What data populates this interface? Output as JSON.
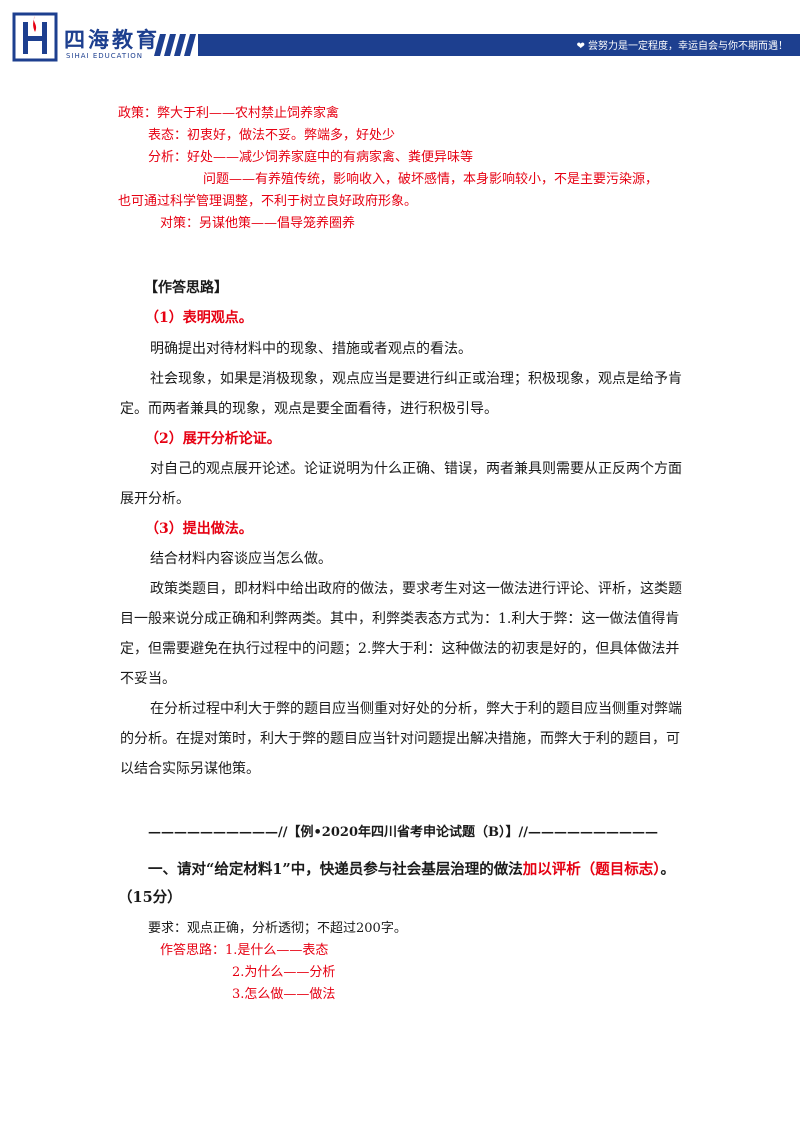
{
  "header": {
    "brand_cn": "四海教育",
    "brand_en": "SIHAI EDUCATION",
    "slogan": "❤ 尝努力是一定程度，幸运自会与你不期而遇！"
  },
  "top_notes": {
    "line1": "政策：弊大于利——农村禁止饲养家禽",
    "line2": "表态：初衷好，做法不妥。弊端多，好处少",
    "line3": "分析：好处——减少饲养家庭中的有病家禽、粪便异味等",
    "line4": "问题——有养殖传统，影响收入，破坏感情，本身影响较小，不是主要污染源，",
    "line5": "也可通过科学管理调整，不利于树立良好政府形象。",
    "line6": "对策：另谋他策——倡导笼养圈养"
  },
  "section": {
    "title": "【作答思路】",
    "step1_title": "（1）表明观点。",
    "step1_p1": "明确提出对待材料中的现象、措施或者观点的看法。",
    "step1_p2_l1": "社会现象，如果是消极现象，观点应当是要进行纠正或治理；积极现象，观点是给予肯",
    "step1_p2_l2": "定。而两者兼具的现象，观点是要全面看待，进行积极引导。",
    "step2_title": "（2）展开分析论证。",
    "step2_p1_l1": "对自己的观点展开论述。论证说明为什么正确、错误，两者兼具则需要从正反两个方面",
    "step2_p1_l2": "展开分析。",
    "step3_title": "（3）提出做法。",
    "step3_p1": "结合材料内容谈应当怎么做。",
    "step3_p2_l1": "政策类题目，即材料中给出政府的做法，要求考生对这一做法进行评论、评析，这类题",
    "step3_p2_l2": "目一般来说分成正确和利弊两类。其中，利弊类表态方式为：1.利大于弊：这一做法值得肯",
    "step3_p2_l3": "定，但需要避免在执行过程中的问题；2.弊大于利：这种做法的初衷是好的，但具体做法并",
    "step3_p2_l4": "不妥当。",
    "step3_p3_l1": "在分析过程中利大于弊的题目应当侧重对好处的分析，弊大于利的题目应当侧重对弊端",
    "step3_p3_l2": "的分析。在提对策时，利大于弊的题目应当针对问题提出解决措施，而弊大于利的题目，可",
    "step3_p3_l3": "以结合实际另谋他策。"
  },
  "example": {
    "separator": "——————————//【例•2020年四川省考申论试题（B）】//——————————",
    "question_part1": "一、请对“给定材料1”中，快递员参与社会基层治理的做法",
    "question_part2": "加以评析（题目标志）",
    "question_part3": "。",
    "question_score": "（15分）",
    "requirement": "要求：观点正确，分析透彻；不超过200字。",
    "idea1": "作答思路：1.是什么——表态",
    "idea2": "2.为什么——分析",
    "idea3": "3.怎么做——做法"
  },
  "colors": {
    "brand_blue": "#1d3f8f",
    "accent_red": "#e60012"
  }
}
